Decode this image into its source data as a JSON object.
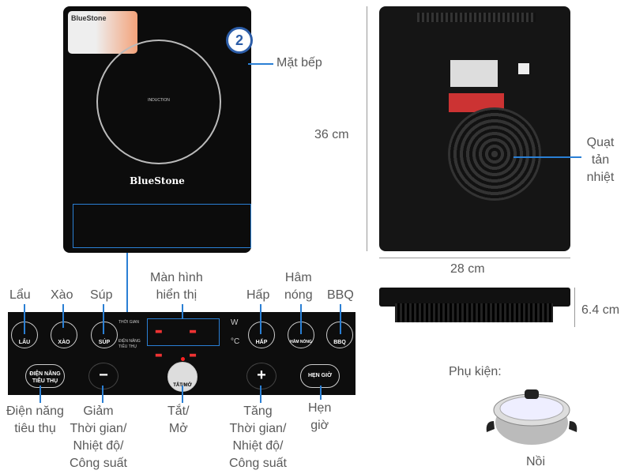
{
  "product": {
    "brand": "BlueStone",
    "zone_label": "INDUCTION",
    "warranty_years": "2"
  },
  "labels": {
    "top_surface": "Mặt bếp",
    "height_dim": "36 cm",
    "width_dim": "28 cm",
    "thickness_dim": "6.4 cm",
    "fan": [
      "Quạt",
      "tản",
      "nhiệt"
    ],
    "accessory_title": "Phụ kiện:",
    "accessory": "Nồi"
  },
  "panel_labels_top": {
    "lau": "Lẩu",
    "xao": "Xào",
    "sup": "Súp",
    "display": [
      "Màn hình",
      "hiển thị"
    ],
    "hap": "Hấp",
    "ham_nong": [
      "Hâm",
      "nóng"
    ],
    "bbq": "BBQ"
  },
  "panel_labels_bottom": {
    "dien_nang": [
      "Điện năng",
      "tiêu thụ"
    ],
    "giam": [
      "Giảm",
      "Thời gian/",
      "Nhiệt độ/",
      "Công suất"
    ],
    "tat_mo": [
      "Tắt/",
      "Mở"
    ],
    "tang": [
      "Tăng",
      "Thời gian/",
      "Nhiệt độ/",
      "Công suất"
    ],
    "hen_gio": [
      "Hẹn",
      "giờ"
    ]
  },
  "panel_buttons": {
    "lau": "LẨU",
    "xao": "XÀO",
    "sup": "SÚP",
    "hap": "HẤP",
    "ham_nong": "HÂM NÓNG",
    "bbq": "BBQ",
    "dien_nang": [
      "ĐIỆN NĂNG",
      "TIÊU THỤ"
    ],
    "tat_mo": "TẮT/MỞ",
    "hen_gio": "HẸN GIỜ",
    "thoi_gian": "THỜI GIAN",
    "dien_nang_small": [
      "ĐIỆN NĂNG",
      "TIÊU THỤ"
    ],
    "unit_w": "W",
    "unit_c": "°C",
    "display_value": "- - - -"
  }
}
